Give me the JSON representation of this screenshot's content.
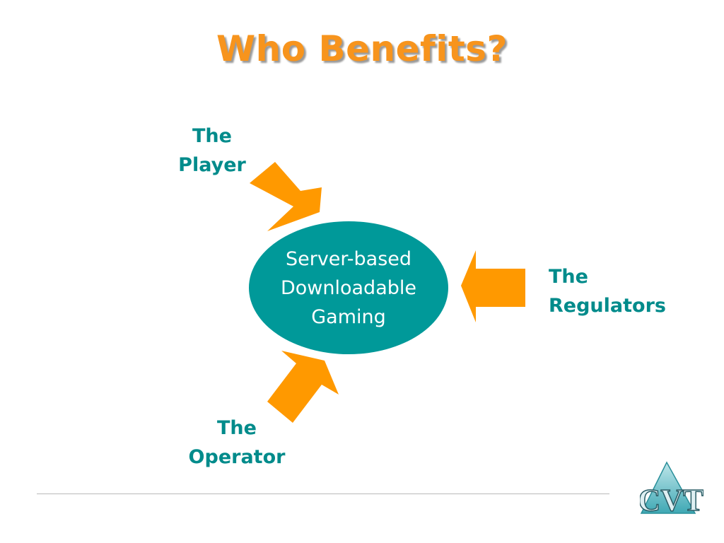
{
  "title": "Who Benefits?",
  "center_node": {
    "lines": [
      "Server-based",
      "Downloadable",
      "Gaming"
    ]
  },
  "nodes": {
    "player": {
      "lines": [
        "The",
        "Player"
      ]
    },
    "operator": {
      "lines": [
        "The",
        "Operator"
      ]
    },
    "regulators": {
      "lines": [
        "The",
        "Regulators"
      ]
    }
  },
  "logo": {
    "text": "CVT"
  },
  "colors": {
    "accent": "#f7941d",
    "arrow": "#ff9900",
    "teal": "#008b8b"
  },
  "icons": {
    "logo": "triangle-logo-icon"
  }
}
